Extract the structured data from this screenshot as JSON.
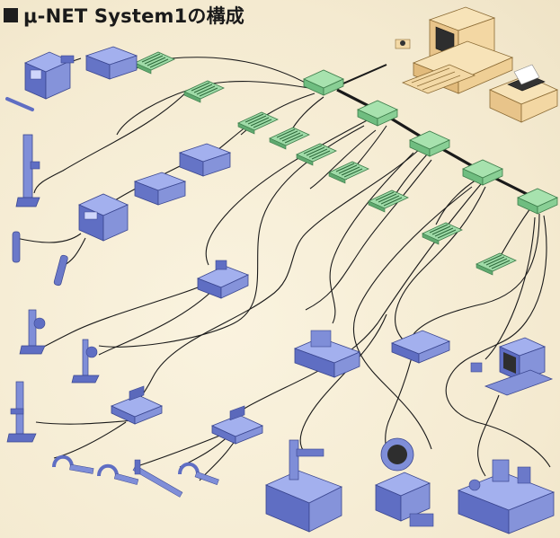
{
  "title": "μ-NET System1の構成",
  "colors": {
    "background": "#f4ead0",
    "hub_green": "#8fd39a",
    "hub_green_dark": "#4f9e60",
    "device_blue": "#7f8ed8",
    "device_blue_dark": "#4a57a8",
    "pc_beige": "#f3d9a6",
    "wire": "#1a1a1a"
  },
  "icons": [
    "mu-net-hub",
    "keypad-terminal",
    "data-processor-unit",
    "personal-computer",
    "printer",
    "height-gauge",
    "micrometer",
    "caliper",
    "measuring-probe",
    "dial-gauge-stand",
    "coordinate-measuring-machine",
    "profile-projector",
    "roundness-tester",
    "surface-roughness-tester",
    "display-unit",
    "amplifier-unit"
  ]
}
